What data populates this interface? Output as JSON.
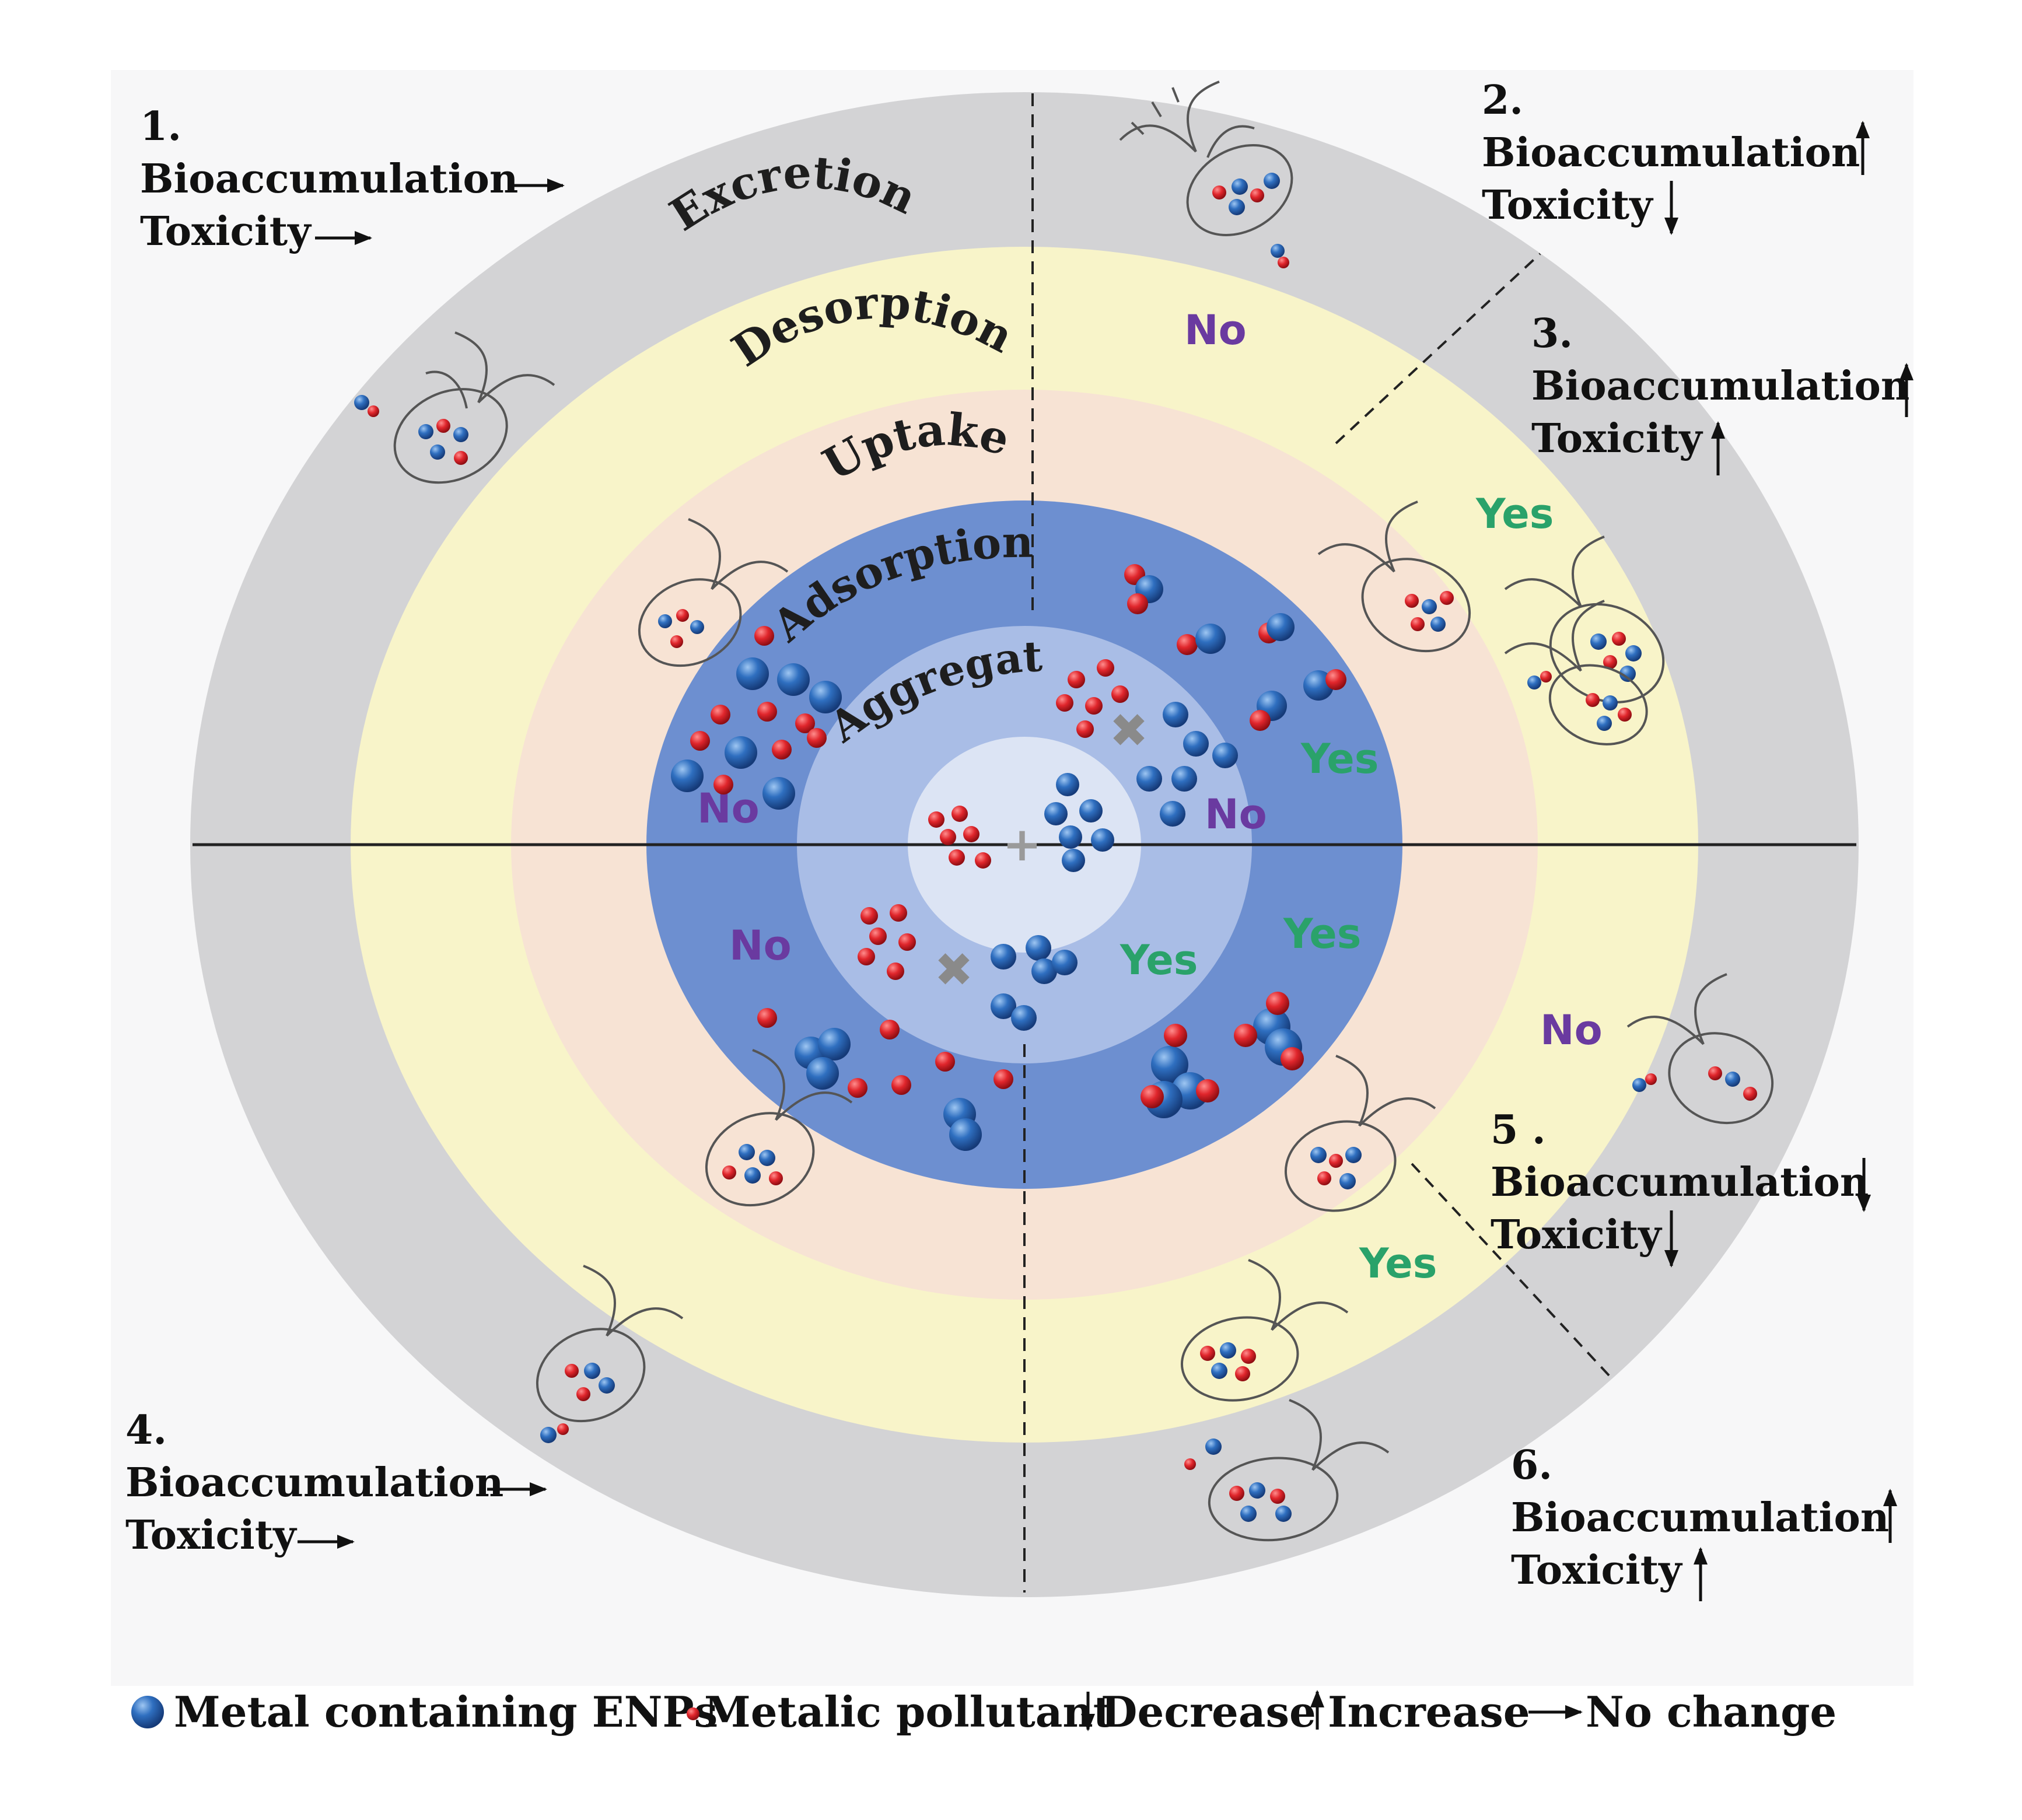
{
  "rings": {
    "excretion": "Excretion",
    "desorption": "Desorption",
    "uptake": "Uptake",
    "adsorption": "Adsorption",
    "aggregate": "Aggregate"
  },
  "answers": {
    "yes": "Yes",
    "no": "No"
  },
  "colors": {
    "excretion_ring": "#d3d3d5",
    "desorption_ring": "#f8f4c9",
    "uptake_ring": "#f7e3d4",
    "adsorption_ring": "#6d8fd0",
    "aggregate_ring": "#a9bde6",
    "center": "#dce4f4",
    "yes_text": "#2aa26a",
    "no_text": "#6a3aa0",
    "enp_blue": "#2f6fc0",
    "pollutant_red": "#e0262c"
  },
  "outcomes": [
    {
      "number": "1.",
      "bioaccumulation": "Bioaccumulation",
      "toxicity": "Toxicity",
      "bio_trend": "no change",
      "tox_trend": "no change"
    },
    {
      "number": "2.",
      "bioaccumulation": "Bioaccumulation",
      "toxicity": "Toxicity",
      "bio_trend": "increase",
      "tox_trend": "decrease"
    },
    {
      "number": "3.",
      "bioaccumulation": "Bioaccumulation",
      "toxicity": "Toxicity",
      "bio_trend": "increase",
      "tox_trend": "increase"
    },
    {
      "number": "4.",
      "bioaccumulation": "Bioaccumulation",
      "toxicity": "Toxicity",
      "bio_trend": "no change",
      "tox_trend": "no change"
    },
    {
      "number": "5 .",
      "bioaccumulation": "Bioaccumulation",
      "toxicity": "Toxicity",
      "bio_trend": "decrease",
      "tox_trend": "decrease"
    },
    {
      "number": "6.",
      "bioaccumulation": "Bioaccumulation",
      "toxicity": "Toxicity",
      "bio_trend": "increase",
      "tox_trend": "increase"
    }
  ],
  "legend": {
    "enp": "Metal containing ENPs",
    "pollutant": "Metalic pollutant",
    "decrease": "Decrease",
    "increase": "Increase",
    "no_change": "No change"
  }
}
